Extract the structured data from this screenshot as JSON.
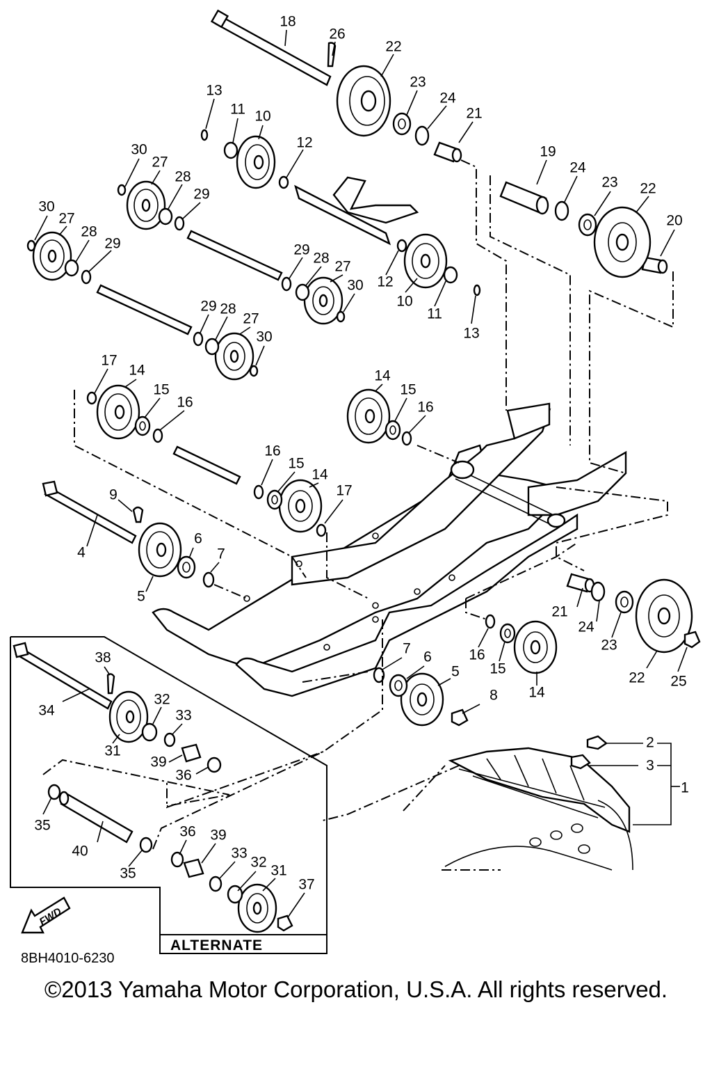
{
  "diagram": {
    "callouts": [
      "1",
      "2",
      "3",
      "4",
      "5",
      "6",
      "7",
      "8",
      "9",
      "10",
      "11",
      "12",
      "13",
      "14",
      "15",
      "16",
      "17",
      "18",
      "19",
      "20",
      "21",
      "22",
      "23",
      "24",
      "25",
      "26",
      "27",
      "28",
      "29",
      "30",
      "31",
      "32",
      "33",
      "34",
      "35",
      "36",
      "37",
      "38",
      "39",
      "40"
    ],
    "box_label": "ALTERNATE",
    "fwd_label": "FWD",
    "part_code": "8BH4010-6230"
  },
  "footer": {
    "copyright": "©2013 Yamaha Motor Corporation, U.S.A. All rights reserved."
  }
}
